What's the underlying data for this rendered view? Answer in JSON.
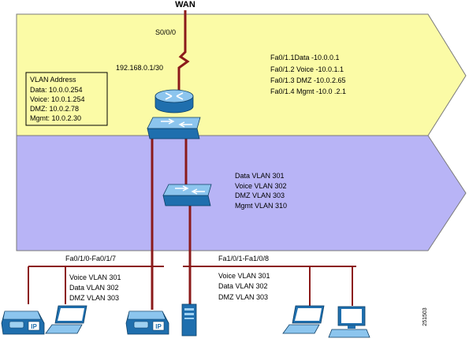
{
  "wan": {
    "label": "WAN",
    "interface": "S0/0/0",
    "address": "192.168.0.1/30"
  },
  "vlan_address_box": {
    "lines": [
      "VLAN Address",
      "Data: 10.0.0.254",
      "Voice: 10.0.1.254",
      "DMZ: 10.0.2.78",
      "Mgmt: 10.0.2.30"
    ]
  },
  "router_subinterfaces": {
    "lines": [
      "Fa0/1.1Data -10.0.0.1",
      "Fa0/1.2 Voice -10.0.1.1",
      "Fa0/1.3 DMZ -10.0.2.65",
      "Fa0/1.4 Mgmt -10.0 .2.1"
    ]
  },
  "distribution_vlans": {
    "lines": [
      "Data VLAN 301",
      "Voice VLAN 302",
      "DMZ VLAN 303",
      "Mgmt VLAN 310"
    ]
  },
  "access_left": {
    "port_range": "Fa0/1/0-Fa0/1/7",
    "lines": [
      "Voice VLAN 301",
      "Data VLAN 302",
      "DMZ VLAN 303"
    ]
  },
  "access_right": {
    "port_range": "Fa1/0/1-Fa1/0/8",
    "lines": [
      "Voice VLAN 301",
      "Data VLAN 302",
      "DMZ VLAN 303"
    ]
  },
  "figure_id": "251503",
  "colors": {
    "top_band": "#fbfba6",
    "middle_band": "#b8b4f6",
    "link": "#8b1a1a",
    "device_blue": "#2e86c7"
  }
}
